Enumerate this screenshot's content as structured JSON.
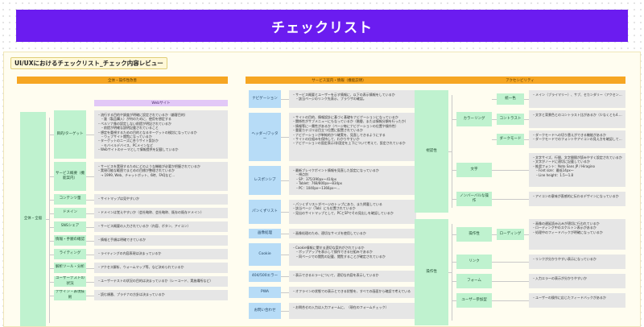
{
  "header": {
    "title": "チェックリスト"
  },
  "board": {
    "title": "UI/UXにおけるチェックリスト_チェック内容レビュー"
  },
  "columns": [
    {
      "header": "全体・操作性改善"
    },
    {
      "header": "サービス案内・情報（機能説明）"
    },
    {
      "header": "アクセシビリティ"
    }
  ],
  "col1": {
    "sub_header": "Webサイト",
    "root": "全体・全般",
    "nodes": [
      {
        "label": "目的/ターゲット",
        "items": [
          "・流行する目的や調査が明確に設定されているか（顧客目的）",
          "　・誰（製品購入）が何のために、使用を想定する",
          "・ペルソナ像の設定しない前提が明記されているか",
          "　・前提が明確な説明記載されていること",
          "・想定を重視するための目的となるターゲットの検討になっているか",
          "　・ウェブサイト閲覧になっているか",
          "・ターゲットのニーズに合うサイト設計か",
          "　・モバイルデバイス、PCメインなど",
          "・Webサイトのテーマとして情報提供を記載しているか"
        ]
      },
      {
        "label": "サービス概要（機能案内）",
        "items": [
          "・サービスを実現するためにどのような機能が必要か把握されているか",
          "・実現可能な範囲でまとめの目標が整理されているか",
          "　→ 1999, Web、チャットボット、6時、FAQなど..."
        ]
      },
      {
        "label": "コンテンツ量",
        "items": [
          "・サイトマップは見やすいか"
        ]
      },
      {
        "label": "ドメイン",
        "items": [
          "・ドメインは覚えやすいか（会社略称、会社略称、既存の既存ドメイン）"
        ]
      },
      {
        "label": "SNSシェア",
        "items": [
          "・サービス概要の入力されているか（内容、ボタン、アイコン）"
        ]
      },
      {
        "label": "情報・手順の確認",
        "items": [
          "・情報と手順は明確できているか"
        ]
      },
      {
        "label": "ライティング",
        "items": [
          "・ライティングの内容表現は決まっているか"
        ]
      },
      {
        "label": "解析ツール・分析",
        "items": [
          "・アクセス解析、ウォームマップ等、など決められているか"
        ]
      },
      {
        "label": "ユーザーテストの状況",
        "items": [
          "・ユーザーテストの状況の目的は決まっているか（レーコード、実施場所など）"
        ]
      },
      {
        "label": "デザイン・表現技術",
        "items": [
          "・読む順番、プラチナの方針は決まっているか"
        ]
      }
    ]
  },
  "col2": {
    "nodes": [
      {
        "label": "ナビゲーション",
        "items": [
          "・サービス概要とユーザーを示す情報に、以下の表示情報をしているか",
          "　・該当ページのリンク先表示、ブラウザの確認。"
        ]
      },
      {
        "label": "ヘッダー/フッター",
        "items": [
          "・サイトの目的、情報設計に基づく基礎をナビゲーションになっているか",
          "・関係性がサブメニューにもなっているか（階層、または情報分類を行ったか）",
          "・情報等に一貫性があるか（ページ毎にナビゲーションの位置や操作性）",
          "・重要カテゴリは目立つ位置に配置されているか",
          "・ナビゲーションが単純的かつ確実を、見直しできるようにする",
          "・サイトの仕組みを保持して、わかりやすいか",
          "・ナビゲーションの固定表示/非固定を上下について考えて、設定されているか"
        ]
      },
      {
        "label": "レスポンシブ",
        "items": [
          "・最新ブレイクポイント情報を見直した設定になっているか",
          "　・視点別",
          "　・SP：375/390px〜414px",
          "　・Tablet：768/800px〜834px",
          "　・PC：1040px〜1366px〜..."
        ]
      },
      {
        "label": "パンくずリスト",
        "items": [
          "・パンくずリストがページのトップにあり、また掲載している",
          "・該当ページ（Tab）にも位置されているか",
          "・見出のサイトマップとして、PCとSPでその見出しを確認しているか"
        ]
      },
      {
        "label": "画像処理",
        "items": [
          "・画像処理のため、適切なサイズを使用しているか"
        ]
      },
      {
        "label": "Cookie",
        "items": [
          "・Cookie情報に関する適切な案内がされているか",
          "　・ポップアップを表示して操作できる仕組みであるか",
          "　・同ページでの閲覧の記載、閲覧することが確定されているか"
        ]
      },
      {
        "label": "404/500エラー",
        "items": [
          "・表示できるエラーについて、適切な内容を表示しているか"
        ]
      },
      {
        "label": "PWA",
        "items": [
          "・オフラインの状態での表示とできる状態を、すべての画面から確認で考えている"
        ]
      },
      {
        "label": "お問い合わせ",
        "items": [
          "・お問合せの入力は入力フォームに、（現在のフォームチェック）"
        ]
      }
    ]
  },
  "col3": {
    "nodes_left": [
      {
        "label": "視認性",
        "rows": [
          {
            "label": "カラーリング",
            "subs": [
              {
                "label": "統一色",
                "items": [
                  "・メイン（ブライマリー）、サブ、セカンダリー（アクセント）カラーなど色の規則を整理した使用の原則ができているか"
                ]
              },
              {
                "label": "コントラスト",
                "items": [
                  "・文字と背景色とのコントラスト比があるか（少なくとも4.5:1のコントラスト）"
                ]
              },
              {
                "label": "ダークモード",
                "items": [
                  "・ダークモードへの切り替えができる機能があるか",
                  "・ダークモードでのフォントやアイコンの見え方を確認しているか"
                ]
              }
            ]
          },
          {
            "label": "文字",
            "subs": [
              {
                "label": "",
                "items": [
                  "・文字サイズ、行間、文字間隔が読みやすく設定されているか",
                  "・文字がノードに適切に記載しているか",
                  "・推奨フォント：Noto Sans JP / Hiragino",
                  "　・Font size：最低14px〜",
                  "　・Line height：1.5〜1.8"
                ]
              }
            ]
          },
          {
            "label": "ノンバーバルな操作",
            "subs": [
              {
                "label": "",
                "items": [
                  "・アイコンの意味が直感的に伝わるデザインになっているか"
                ]
              }
            ]
          }
        ]
      },
      {
        "label": "操作性",
        "rows": [
          {
            "label": "操作性",
            "subs": [
              {
                "label": "ローディング",
                "items": [
                  "・画像の遅延読み込みが適切に行われているか",
                  "・ローディング中のスケルトン表示があるか",
                  "・処理中のフィードバックが明確になっているか"
                ]
              }
            ]
          },
          {
            "label": "リンク",
            "subs": [
              {
                "label": "",
                "items": [
                  "・リンクが分かりやすい表示になっているか"
                ]
              }
            ]
          },
          {
            "label": "フォーム",
            "subs": [
              {
                "label": "",
                "items": [
                  "・入力エラーの表示が分かりやすいか"
                ]
              }
            ]
          },
          {
            "label": "ユーザー参加型",
            "subs": [
              {
                "label": "",
                "items": [
                  "・ユーザーの操作に応じたフィードバックがあるか"
                ]
              }
            ]
          }
        ]
      }
    ]
  }
}
